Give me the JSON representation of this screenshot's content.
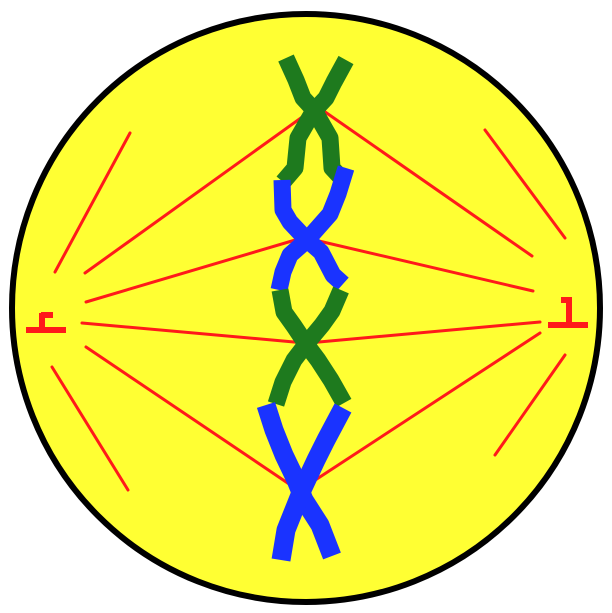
{
  "diagram": {
    "labels": [],
    "colors": {
      "background": "#ffffff",
      "cell_fill": "#ffff33",
      "cell_outline": "#000000",
      "spindle": "#ff1a1a",
      "centriole": "#ff1a1a",
      "chromosome_green": "#1e7a1e",
      "chromosome_blue": "#1a33ff"
    },
    "chromosomes": [
      {
        "color_key": "chromosome_green"
      },
      {
        "color_key": "chromosome_blue"
      },
      {
        "color_key": "chromosome_green"
      },
      {
        "color_key": "chromosome_blue"
      }
    ]
  }
}
